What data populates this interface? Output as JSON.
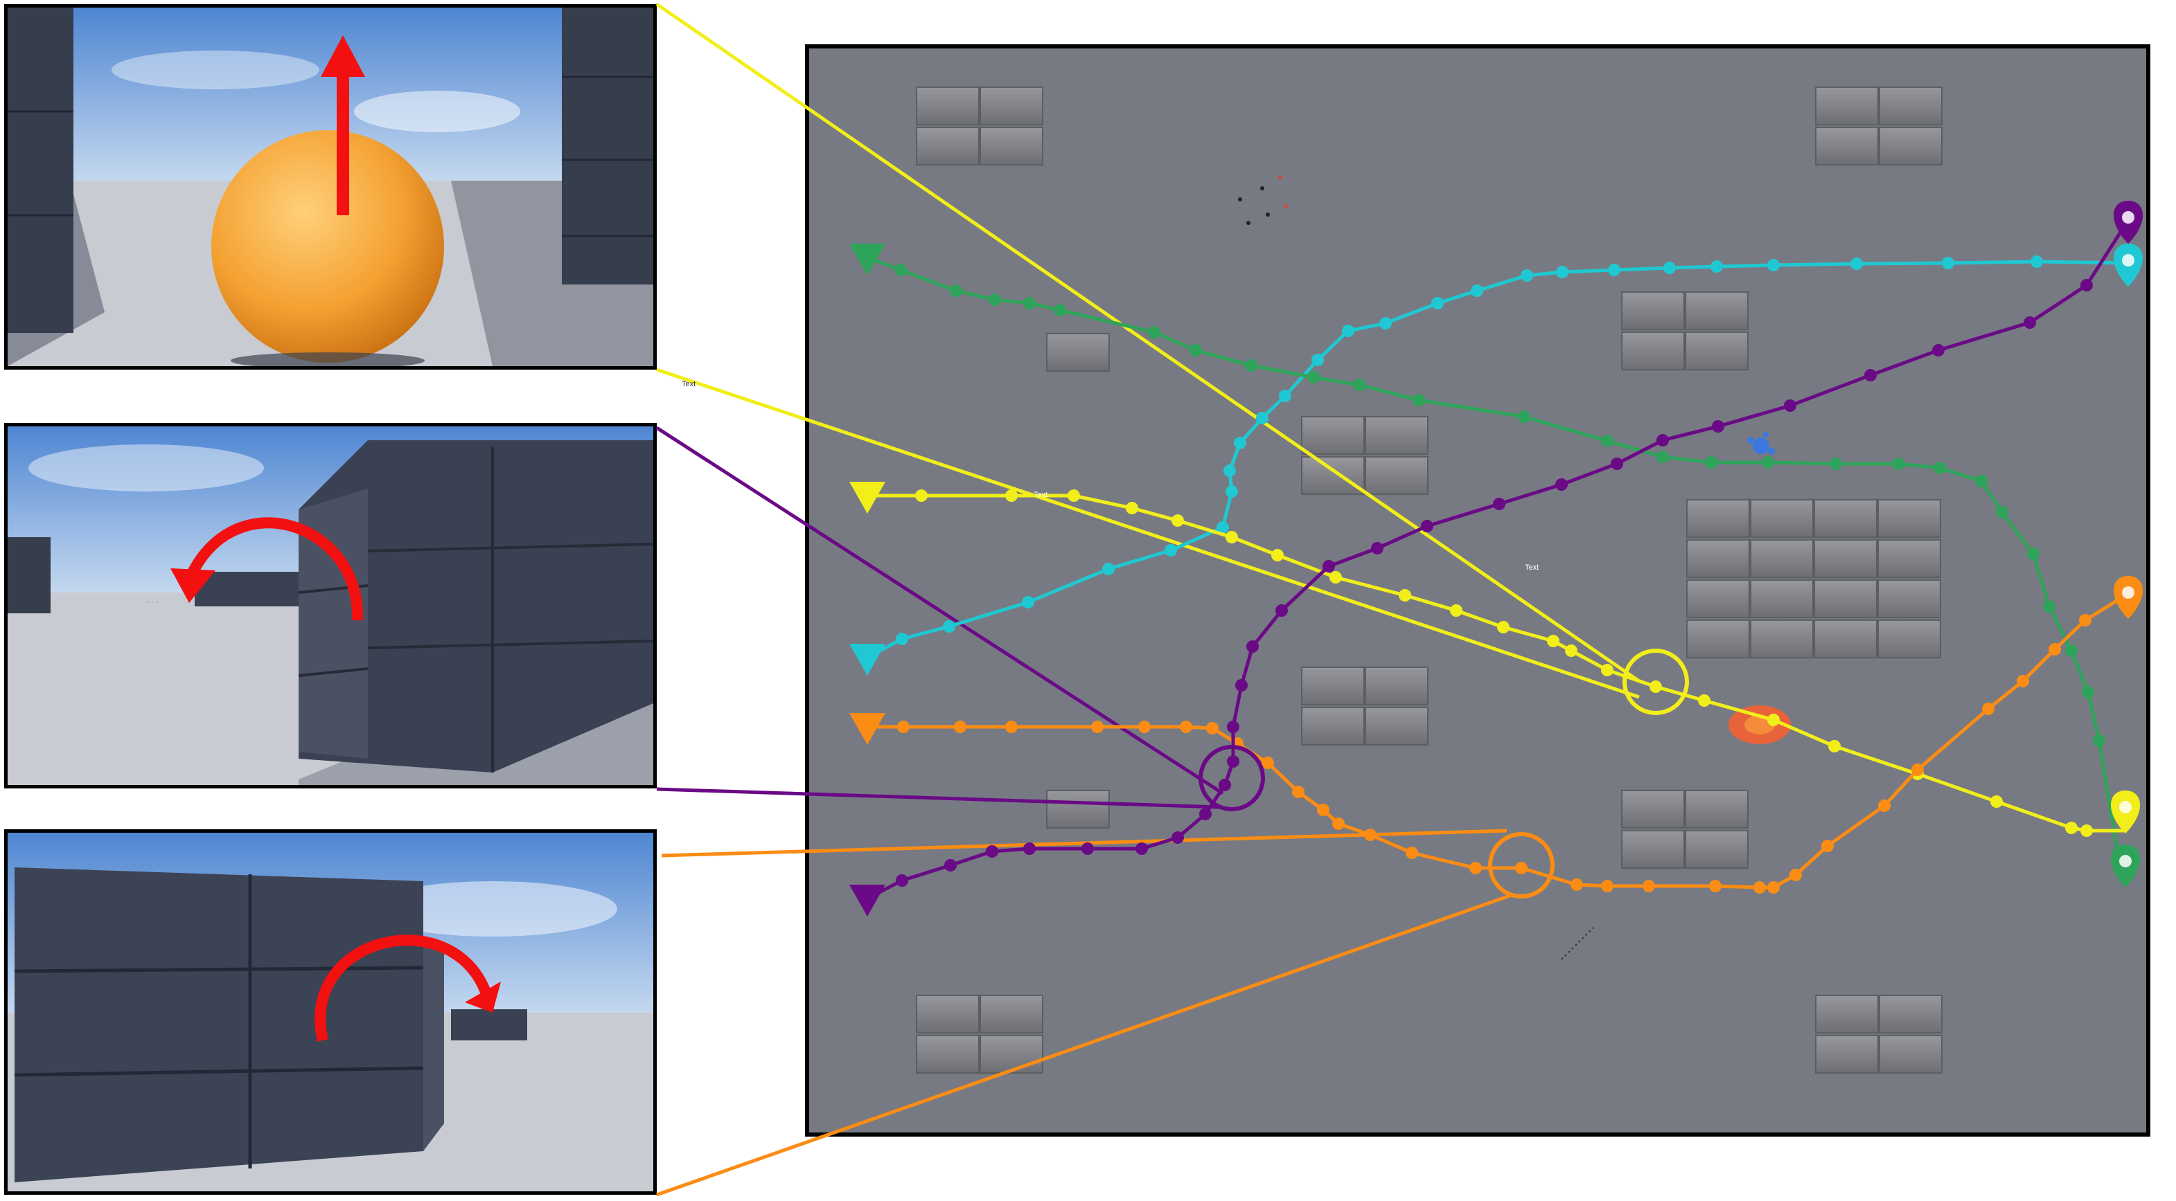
{
  "colors": {
    "yellow": "#f2ee1a",
    "purple": "#6a0a86",
    "orange": "#fb8c14",
    "cyan": "#1fc8d2",
    "green": "#2ea45a",
    "arrow_red": "#f21010",
    "floor": "#777a82",
    "block": "#8a8c91"
  },
  "map": {
    "labels": [
      {
        "id": "label-a",
        "text": "Text"
      },
      {
        "id": "label-b",
        "text": "Text"
      },
      {
        "id": "label-c",
        "text": "Text"
      }
    ],
    "paths": [
      {
        "name": "cyan",
        "start_marker": "triangle-down-icon",
        "end_marker": "map-pin-icon"
      },
      {
        "name": "green",
        "start_marker": "triangle-down-icon",
        "end_marker": "map-pin-icon"
      },
      {
        "name": "yellow",
        "start_marker": "triangle-down-icon",
        "end_marker": "map-pin-icon"
      },
      {
        "name": "orange",
        "start_marker": "triangle-down-icon",
        "end_marker": "map-pin-icon"
      },
      {
        "name": "purple",
        "start_marker": "triangle-down-icon",
        "end_marker": "map-pin-icon"
      }
    ]
  },
  "views": [
    {
      "id": "view-forward",
      "icon": "arrow-up-icon",
      "linked_path": "yellow"
    },
    {
      "id": "view-turn-left",
      "icon": "curved-arrow-left-icon",
      "linked_path": "purple"
    },
    {
      "id": "view-turn-right",
      "icon": "curved-arrow-right-icon",
      "linked_path": "orange"
    }
  ]
}
